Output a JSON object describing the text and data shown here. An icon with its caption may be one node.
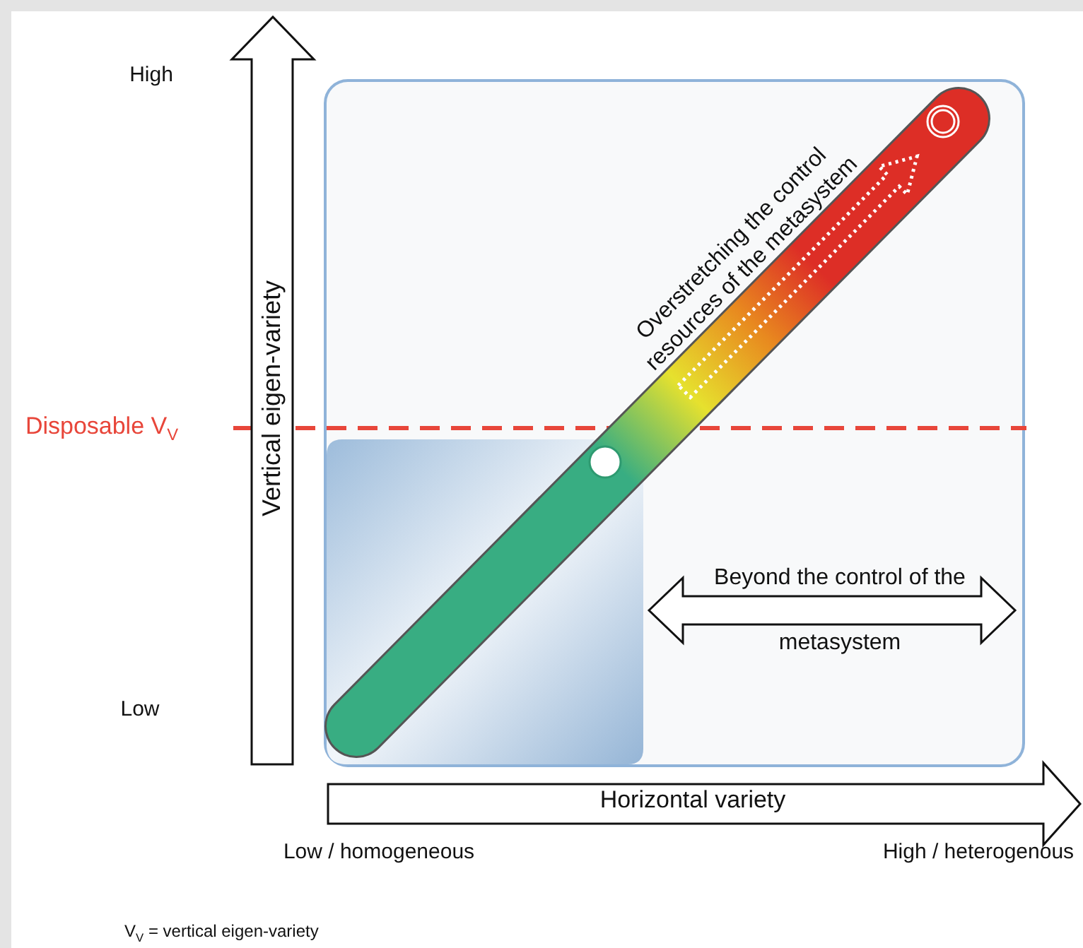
{
  "diagram": {
    "labels": [
      "High",
      "Low",
      "Disposable V$_{V}$",
      "Vertical eigen-variety",
      "Overstretching the control resources of the metasystem",
      "Beyond the control of the metasystem",
      "Horizontal variety",
      "Low / homogeneous",
      "High / heterogenous",
      "V$_{V}$ = vertical eigen-variety"
    ]
  }
}
